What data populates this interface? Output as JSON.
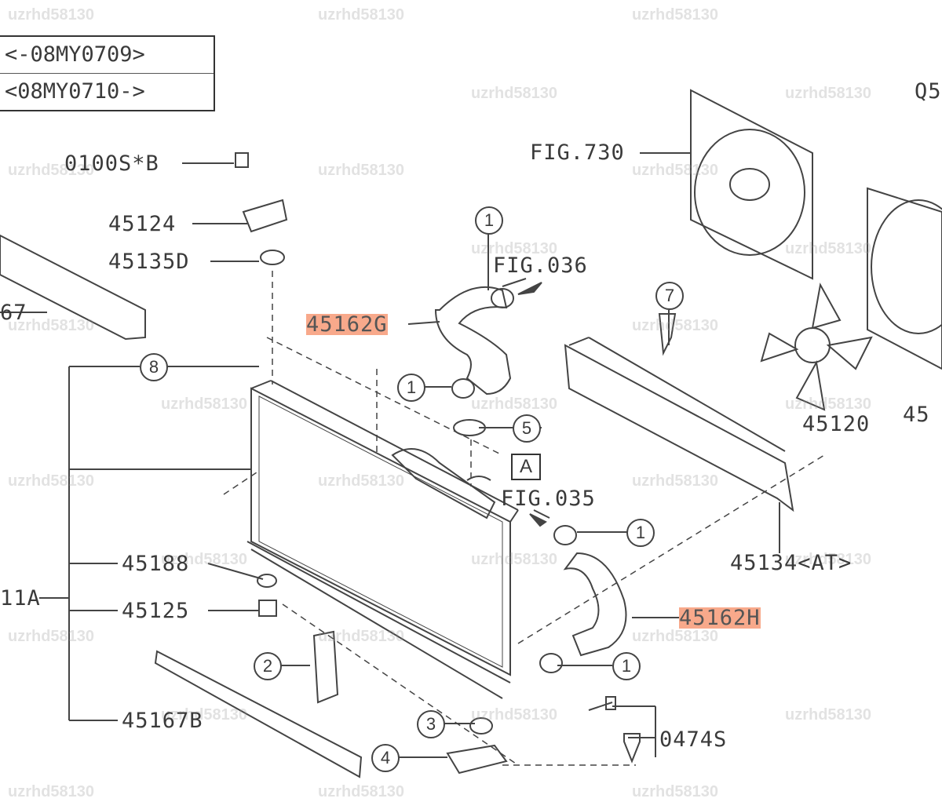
{
  "applicability_table": [
    "<-08MY0709>",
    "<08MY0710->"
  ],
  "part_labels": {
    "bolt": "0100S*B",
    "bracket": "45124",
    "cushion_top": "45135D",
    "seal_partial": "67",
    "radiator_partial": "11A",
    "cushion_a": "45188",
    "cushion_b": "45125",
    "seal_lower": "45167B",
    "upper_hose": "45162G",
    "lower_hose": "45162H",
    "fig_036": "FIG.036",
    "fig_035": "FIG.035",
    "fig_730": "FIG.730",
    "fan": "45120",
    "fan2_partial": "45",
    "q5_partial": "Q5",
    "guide": "45134<AT>",
    "clip": "0474S",
    "view_a": "A"
  },
  "callouts": {
    "c1": "1",
    "c2": "2",
    "c3": "3",
    "c4": "4",
    "c5": "5",
    "c7": "7",
    "c8": "8"
  },
  "highlighted_parts": [
    "45162G",
    "45162H"
  ],
  "colors": {
    "highlight": "#f58c64",
    "line": "#444444"
  },
  "watermark": "uzrhd58130"
}
